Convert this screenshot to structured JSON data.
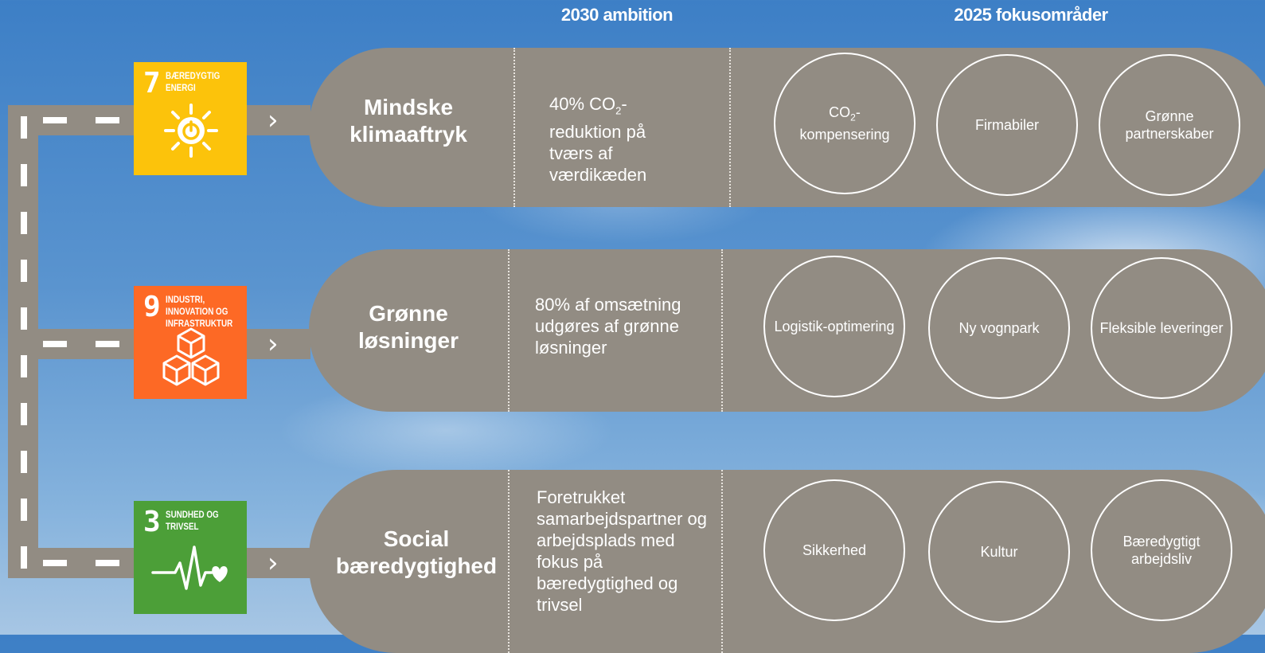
{
  "headings": {
    "ambition": "2030 ambition",
    "focus": "2025 fokusområder"
  },
  "sdgs": [
    {
      "number": "7",
      "label": "BÆREDYGTIG ENERGI",
      "color": "#fcc30b",
      "icon": "sun-power-icon"
    },
    {
      "number": "9",
      "label": "INDUSTRI, INNOVATION OG INFRASTRUKTUR",
      "color": "#fd6925",
      "icon": "cubes-icon"
    },
    {
      "number": "3",
      "label": "SUNDHED OG TRIVSEL",
      "color": "#4c9f38",
      "icon": "heartbeat-icon"
    }
  ],
  "rows": [
    {
      "title_line1": "Mindske",
      "title_line2": "klimaaftryk",
      "ambition": {
        "line1_prefix": "40% CO",
        "line1_sub": "2",
        "line1_suffix": "-",
        "rest": "reduktion på tværs af værdikæden"
      },
      "focus": [
        {
          "prefix": "CO",
          "sub": "2",
          "suffix": "-",
          "rest": "kompensering"
        },
        {
          "text": "Firmabiler"
        },
        {
          "text": "Grønne partnerskaber"
        }
      ]
    },
    {
      "title_line1": "Grønne",
      "title_line2": "løsninger",
      "ambition": {
        "text": "80% af omsætning udgøres af grønne løsninger"
      },
      "focus": [
        {
          "text": "Logistik-optimering"
        },
        {
          "text": "Ny vognpark"
        },
        {
          "text": "Fleksible leveringer"
        }
      ]
    },
    {
      "title_line1": "Social",
      "title_line2": "bæredygtighed",
      "ambition": {
        "text": "Foretrukket samarbejdspartner og arbejdsplads med fokus på bæredygtighed og trivsel"
      },
      "focus": [
        {
          "text": "Sikkerhed"
        },
        {
          "text": "Kultur"
        },
        {
          "text": "Bæredygtigt arbejdsliv"
        }
      ]
    }
  ],
  "colors": {
    "road": "#928c83",
    "text": "#ffffff"
  }
}
